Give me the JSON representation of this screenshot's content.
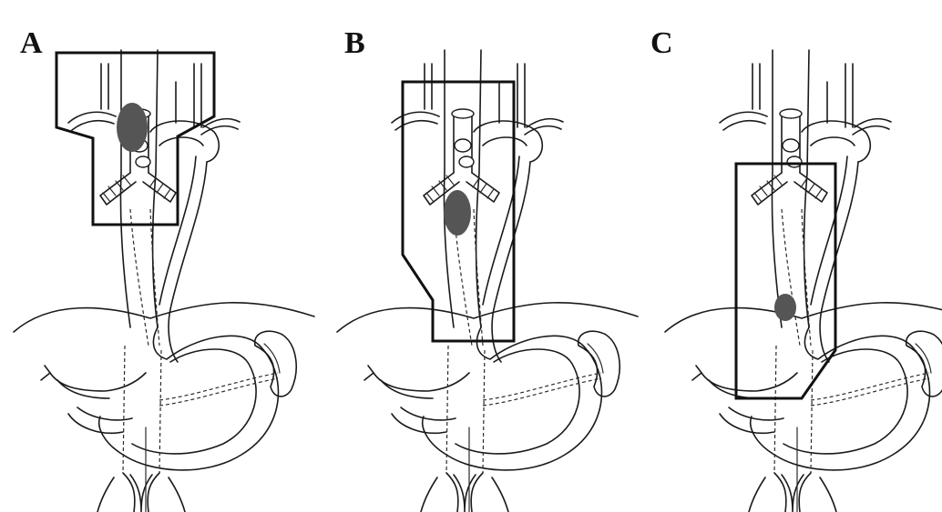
{
  "figure": {
    "panels": [
      {
        "id": "A",
        "label": "A",
        "tumor_site": "upper"
      },
      {
        "id": "B",
        "label": "B",
        "tumor_site": "middle"
      },
      {
        "id": "C",
        "label": "C",
        "tumor_site": "lower"
      }
    ],
    "colors": {
      "line": "#1a1a1a",
      "tumor": "#555555",
      "frame": "#111111",
      "background": "#ffffff"
    }
  }
}
